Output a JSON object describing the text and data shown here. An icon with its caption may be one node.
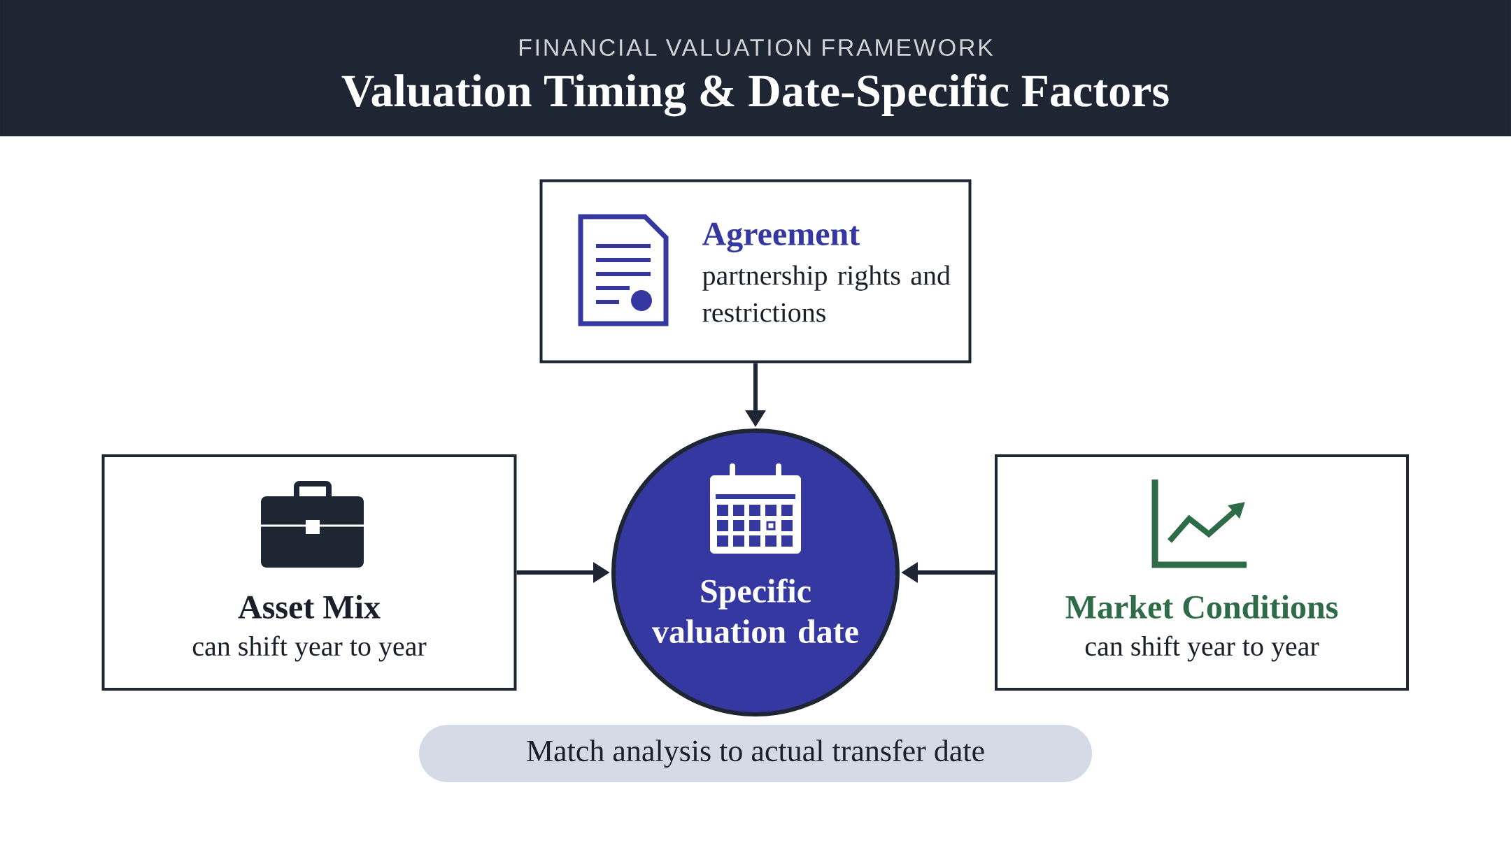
{
  "diagram": {
    "title": "Valuation Timing & Date-Specific Factors",
    "nodes": [
      {
        "text": [
          "Agreement",
          "partnership rights and restrictions"
        ]
      },
      {
        "text": [
          "Asset Mix",
          "can shift year to year"
        ]
      },
      {
        "text": [
          "Specific valuation date"
        ]
      },
      {
        "text": [
          "Market Conditions",
          "can shift year to year"
        ]
      },
      {
        "text": [
          "Match analysis to actual transfer date"
        ]
      }
    ],
    "edges": [
      {
        "from": 0,
        "to": 2,
        "arrow": "to"
      },
      {
        "from": 1,
        "to": 2,
        "arrow": "to"
      },
      {
        "from": 3,
        "to": 2,
        "arrow": "to"
      }
    ],
    "labels": [
      "FINANCIAL VALUATION FRAMEWORK"
    ]
  }
}
